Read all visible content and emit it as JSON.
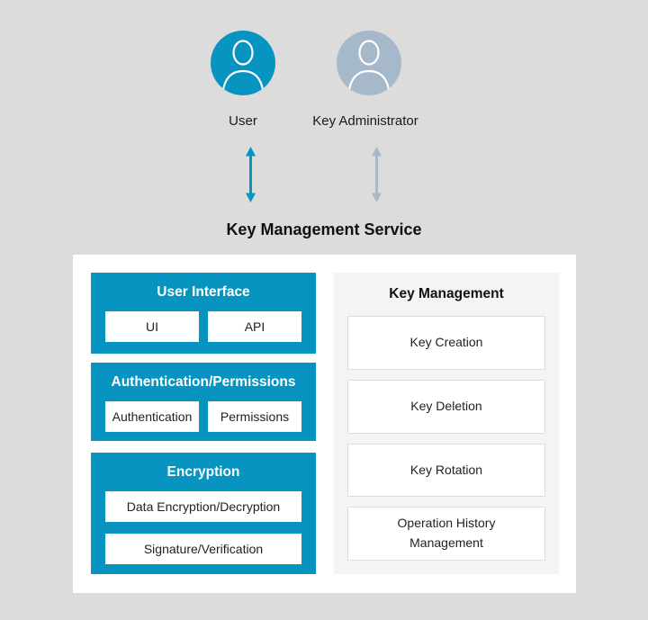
{
  "title": "Key Management Service",
  "actors": [
    {
      "label": "User"
    },
    {
      "label": "Key Administrator"
    }
  ],
  "colors": {
    "page_bg": "#dcdcdc",
    "teal": "#0894c1",
    "admin_gray": "#a6b9ca",
    "panel_bg": "#f4f4f4",
    "panel_item_border": "#dcdcdc",
    "white": "#ffffff",
    "text": "#1a1a1a"
  },
  "service": {
    "sections": [
      {
        "title": "User Interface",
        "items": [
          "UI",
          "API"
        ]
      },
      {
        "title": "Authentication/Permissions",
        "items": [
          "Authentication",
          "Permissions"
        ]
      },
      {
        "title": "Encryption",
        "items": [
          "Data Encryption/Decryption",
          "Signature/Verification"
        ]
      }
    ],
    "key_management": {
      "title": "Key Management",
      "items": [
        "Key Creation",
        "Key Deletion",
        "Key Rotation",
        "Operation History Management"
      ]
    }
  }
}
